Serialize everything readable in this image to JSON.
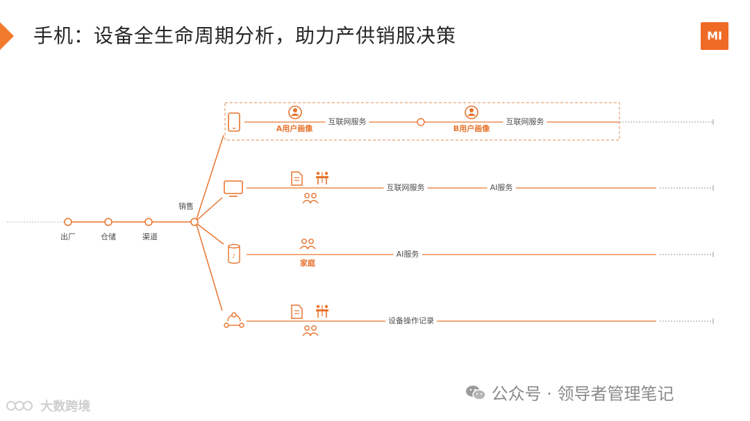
{
  "slide": {
    "title": "手机：设备全生命周期分析，助力产供销服决策",
    "logo_text": "MI"
  },
  "colors": {
    "accent": "#f27a2c",
    "line": "#e8732c",
    "dashed_box": "#e8a070",
    "text": "#262626"
  },
  "pipeline": {
    "stages": [
      {
        "label": "出厂"
      },
      {
        "label": "仓储"
      },
      {
        "label": "渠道"
      }
    ],
    "sale": {
      "label": "销售"
    }
  },
  "branches": [
    {
      "device_icon": "smartphone-icon",
      "items": [
        {
          "kind": "node-user",
          "label": "A用户画像"
        },
        {
          "kind": "label",
          "label": "互联网服务"
        },
        {
          "kind": "node-circle"
        },
        {
          "kind": "node-user",
          "label": "B用户画像"
        },
        {
          "kind": "label",
          "label": "互联网服务"
        }
      ]
    },
    {
      "device_icon": "tv-icon",
      "items": [
        {
          "kind": "node-group",
          "icons": [
            "document-icon",
            "people-meeting-icon",
            "people-group-icon"
          ]
        },
        {
          "kind": "label",
          "label": "互联网服务"
        },
        {
          "kind": "label",
          "label": "AI服务"
        }
      ]
    },
    {
      "device_icon": "smart-speaker-icon",
      "items": [
        {
          "kind": "node-group",
          "icons": [
            "people-group-icon"
          ],
          "label": "家庭"
        },
        {
          "kind": "label",
          "label": "AI服务"
        }
      ]
    },
    {
      "device_icon": "smart-home-hub-icon",
      "items": [
        {
          "kind": "node-group",
          "icons": [
            "document-icon",
            "people-meeting-icon",
            "people-group-icon"
          ]
        },
        {
          "kind": "label",
          "label": "设备操作记录"
        }
      ]
    }
  ],
  "footer": {
    "left_text": "大数跨境",
    "right_text": "公众号 · 领导者管理笔记"
  }
}
